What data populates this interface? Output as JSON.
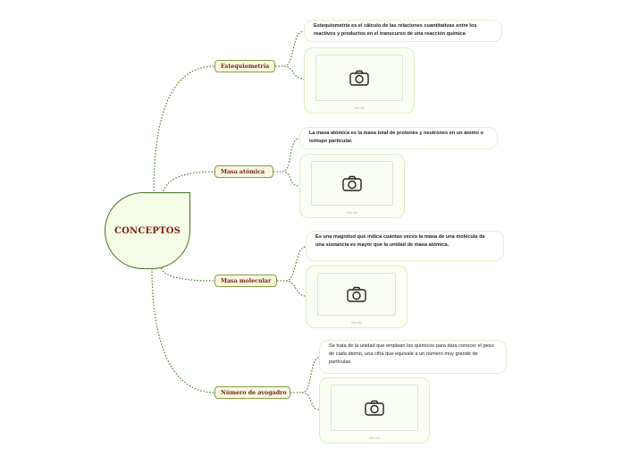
{
  "central": {
    "label": "CONCEPTOS"
  },
  "topics": [
    {
      "label": "Estequiometría",
      "note": "Estequiometría es el cálculo de las relaciones cuantitativas entre los reactivos y productos en el transcurso de una reacción química",
      "image_caption": "Add Me"
    },
    {
      "label": "Masa atómica",
      "note": "La masa atómica es la masa total de protones y neutrones en un átomo o isótopo particular.",
      "image_caption": "Add Me"
    },
    {
      "label": "Masa molecular",
      "note": "Es una magnitud que indica cuántas veces la masa de una molécula de una sustancia es mayor que la unidad de masa atómica.",
      "image_caption": "Add Me"
    },
    {
      "label": "Número de avogadro",
      "note": "Se trata de la unidad que emplean los químicos para dara conocer el peso de cada átomo, una cifra que equivale a un número muy grande de partículas",
      "image_caption": "Add Me"
    }
  ],
  "icons": {
    "image_placeholder": "camera-icon"
  },
  "colors": {
    "branch": "#3e7a22",
    "topic_text": "#7a1f12",
    "central_fill": "#f5fce8"
  }
}
